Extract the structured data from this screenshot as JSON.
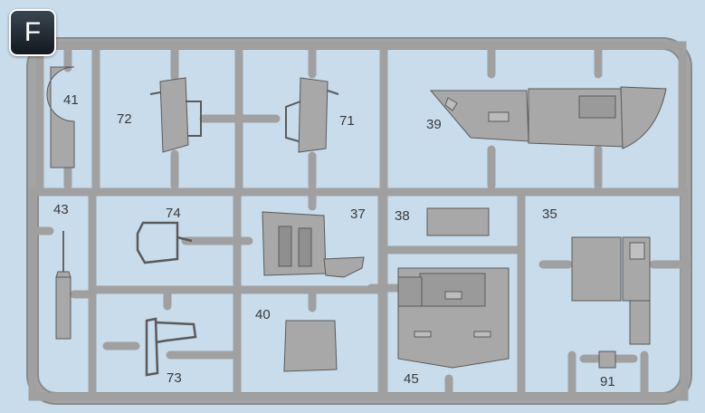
{
  "sheet": {
    "letter": "F",
    "colors": {
      "background": "#c8dcec",
      "sprue": "#9c9c9c",
      "part": "#a6a6a6",
      "outline": "#555555",
      "text": "#3a3a3a"
    }
  },
  "parts": [
    {
      "id": "part-41",
      "label": "41"
    },
    {
      "id": "part-72",
      "label": "72"
    },
    {
      "id": "part-71",
      "label": "71"
    },
    {
      "id": "part-39",
      "label": "39"
    },
    {
      "id": "part-43",
      "label": "43"
    },
    {
      "id": "part-74",
      "label": "74"
    },
    {
      "id": "part-37",
      "label": "37"
    },
    {
      "id": "part-38",
      "label": "38"
    },
    {
      "id": "part-35",
      "label": "35"
    },
    {
      "id": "part-40",
      "label": "40"
    },
    {
      "id": "part-45",
      "label": "45"
    },
    {
      "id": "part-73",
      "label": "73"
    },
    {
      "id": "part-91",
      "label": "91"
    }
  ]
}
